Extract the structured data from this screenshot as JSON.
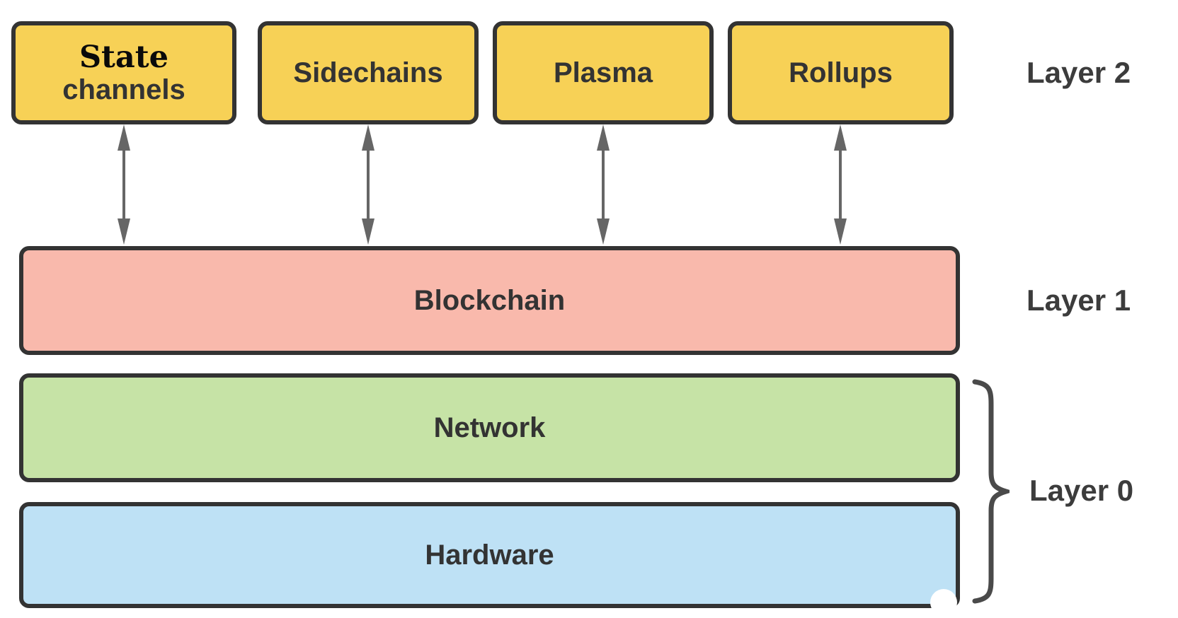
{
  "diagram": {
    "layer2": {
      "label": "Layer 2",
      "nodes": [
        {
          "label": "State channels",
          "line1": "State",
          "line2": "channels"
        },
        {
          "label": "Sidechains"
        },
        {
          "label": "Plasma"
        },
        {
          "label": "Rollups"
        }
      ]
    },
    "layer1": {
      "label": "Layer 1",
      "nodes": [
        {
          "label": "Blockchain"
        }
      ]
    },
    "layer0": {
      "label": "Layer 0",
      "nodes": [
        {
          "label": "Network"
        },
        {
          "label": "Hardware"
        }
      ]
    },
    "connectors": [
      {
        "from": "State channels",
        "to": "Blockchain",
        "type": "bidirectional-arrow"
      },
      {
        "from": "Sidechains",
        "to": "Blockchain",
        "type": "bidirectional-arrow"
      },
      {
        "from": "Plasma",
        "to": "Blockchain",
        "type": "bidirectional-arrow"
      },
      {
        "from": "Rollups",
        "to": "Blockchain",
        "type": "bidirectional-arrow"
      }
    ]
  },
  "colors": {
    "layer2-fill": "#F7D156",
    "layer1-fill": "#F9B9AC",
    "network-fill": "#C6E3A6",
    "hardware-fill": "#BEE1F5",
    "node-border": "#333333",
    "node-text": "#333333",
    "arrow": "#666666",
    "brace": "#4A4A4A",
    "label-text": "#3C3C3C",
    "background": "#FFFFFF"
  }
}
